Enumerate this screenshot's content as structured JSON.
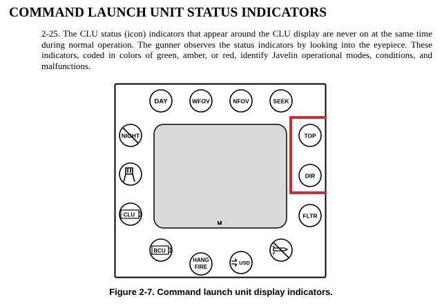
{
  "heading": "COMMAND LAUNCH UNIT STATUS INDICATORS",
  "paragraph": "2-25. The CLU status (icon) indicators that appear around the CLU display are never on at the same time during normal operation. The gunner observes the status indicators by looking into the eyepiece. These indicators, coded in colors of green, amber, or red, identify Javelin operational modes, conditions, and malfunctions.",
  "figure": {
    "indicators": {
      "day": "DAY",
      "wfov": "WFOV",
      "nfov": "NFOV",
      "seek": "SEEK",
      "night": "NIGHT",
      "top": "TOP",
      "dir": "DIR",
      "clu": "CLU",
      "fltr": "FLTR",
      "bcu": "BCU",
      "hang": "HANG",
      "fire": "FIRE",
      "usd": "USD"
    },
    "highlight_color": "#d42a2f"
  },
  "caption": "Figure 2-7. Command launch unit display indicators."
}
